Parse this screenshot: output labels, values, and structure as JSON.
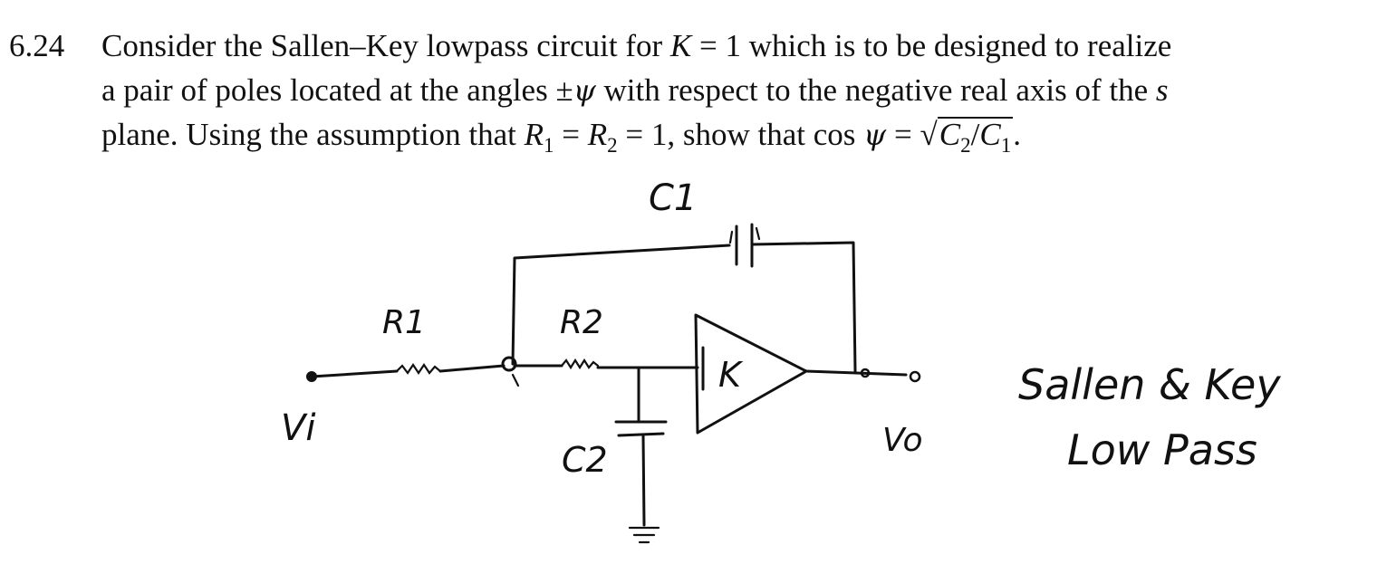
{
  "problem": {
    "number": "6.24",
    "line1_a": "Consider the Sallen–Key lowpass circuit for ",
    "line1_k": "K",
    "line1_b": " = 1 which is to be designed to realize",
    "line2_a": "a pair of poles located at the angles ±",
    "line2_psi": "ψ",
    "line2_b": " with respect to the negative real axis of the ",
    "line2_s": "s",
    "line3_a": "plane. Using the assumption that ",
    "r1_letter": "R",
    "r1_sub": "1",
    "eq1": " = ",
    "r2_letter": "R",
    "r2_sub": "2",
    "line3_b": " = 1, show that cos ",
    "line3_psi": "ψ",
    "eq2": " = ",
    "sqrt": "√",
    "c2_letter": "C",
    "c2_sub": "2",
    "slash": "/",
    "c1_letter": "C",
    "c1_sub": "1",
    "period": "."
  },
  "circuit": {
    "labels": {
      "c1": "C1",
      "r1": "R1",
      "r2": "R2",
      "k": "K",
      "c2": "C2",
      "vi": "Vi",
      "vo": "Vo"
    },
    "caption_line1": "Sallen & Key",
    "caption_line2": "Low Pass"
  }
}
